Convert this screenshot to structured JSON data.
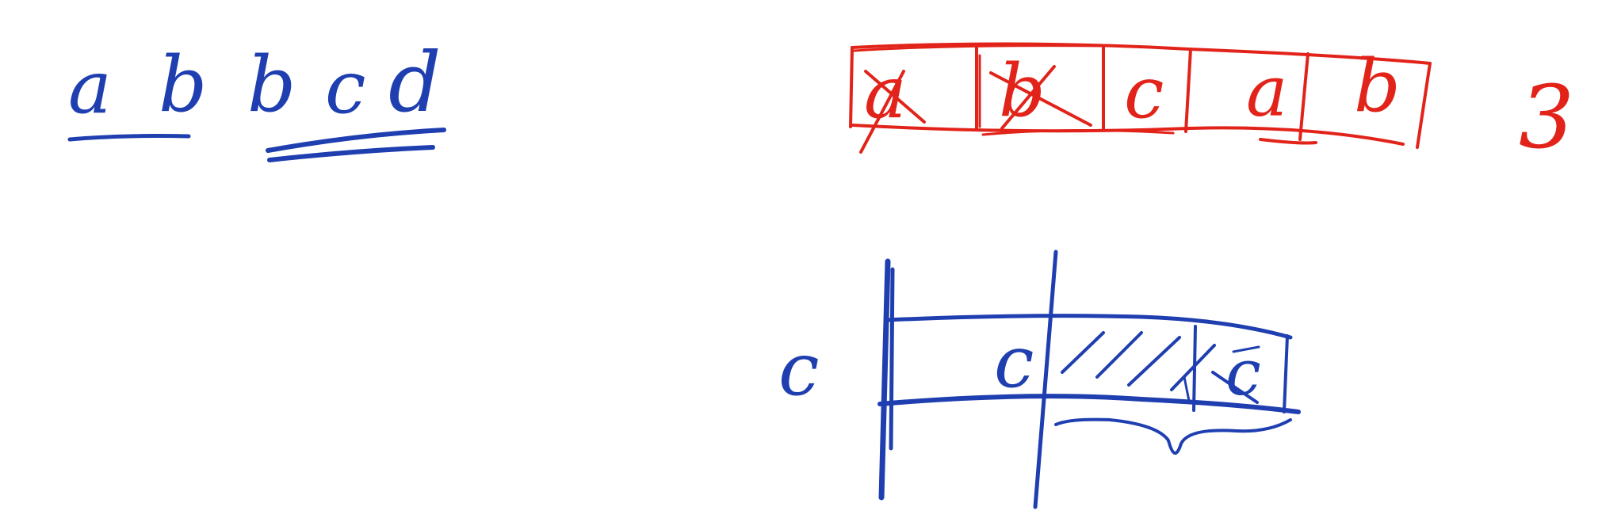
{
  "colors": {
    "blue_ink": "#1f3fb0",
    "red_ink": "#e2231a",
    "background": "#ffffff"
  },
  "left_sequence": {
    "letters": [
      "a",
      "b",
      "b",
      "c",
      "d"
    ]
  },
  "red_array": {
    "cells": [
      "a",
      "b",
      "c",
      "a",
      "b"
    ],
    "crossed_out": [
      "a",
      "b"
    ],
    "count": "3"
  },
  "window_diagram": {
    "side_label": "c",
    "cell_label": "c",
    "crossed_cell_label": "c"
  }
}
